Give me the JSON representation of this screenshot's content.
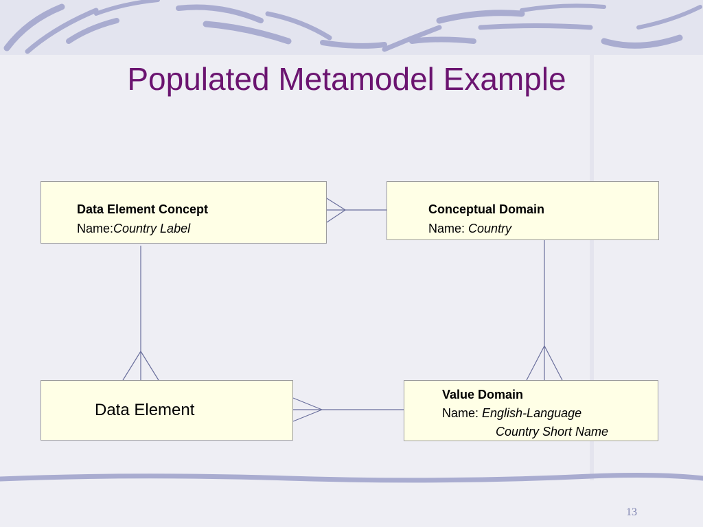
{
  "slide": {
    "title": "Populated Metamodel Example",
    "page_number": "13"
  },
  "boxes": {
    "data_element_concept": {
      "heading": "Data Element Concept",
      "name_label": "Name:",
      "name_value": "Country Label"
    },
    "conceptual_domain": {
      "heading": "Conceptual Domain",
      "name_label": "Name:",
      "name_value": "Country"
    },
    "data_element": {
      "label": "Data Element"
    },
    "value_domain": {
      "heading": "Value Domain",
      "name_label": "Name:",
      "name_value_line1": "English-Language",
      "name_value_line2": "Country Short Name"
    }
  },
  "colors": {
    "title": "#6b1470",
    "box_fill": "#ffffe6",
    "box_border": "#9c9c9c",
    "connector": "#6a6f9c",
    "decor": "#a9acd0"
  }
}
